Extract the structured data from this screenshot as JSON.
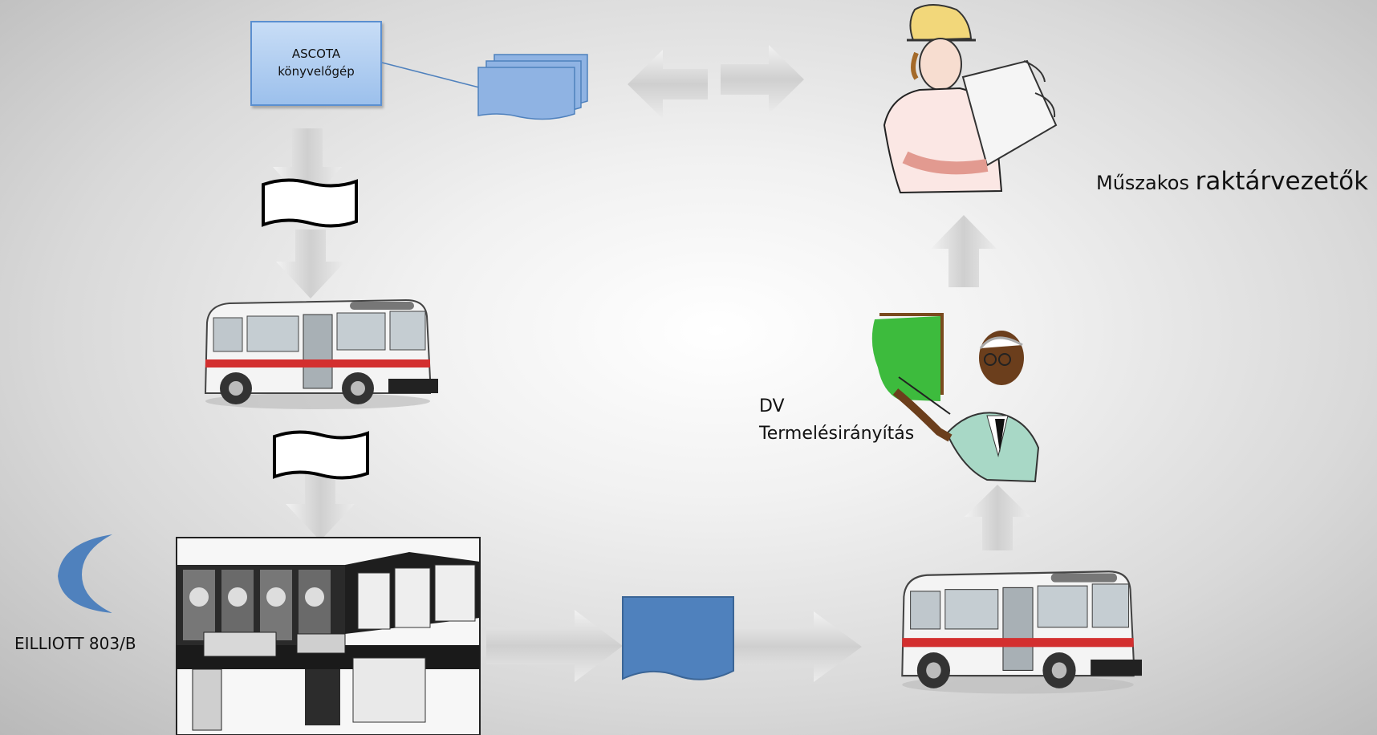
{
  "diagram": {
    "ascota_box": {
      "line1": "ASCOTA",
      "line2": "könyvelőgép"
    },
    "engineer_label": {
      "part1": "Műszakos",
      "part2": "raktárvezetők"
    },
    "dv_label": {
      "line1": "DV",
      "line2": "Termelésirányítás"
    },
    "computer_label": "EILLIOTT 803/B"
  },
  "colors": {
    "shape_blue": "#4f81bd",
    "arrow_gray": "#d0d0d0",
    "box_fill": "#b3cff1"
  },
  "icons": [
    "document-stack-icon",
    "tape-icon",
    "bus-icon",
    "crescent-icon",
    "computer-photo",
    "engineer-icon",
    "presenter-icon",
    "arrow-icon"
  ]
}
